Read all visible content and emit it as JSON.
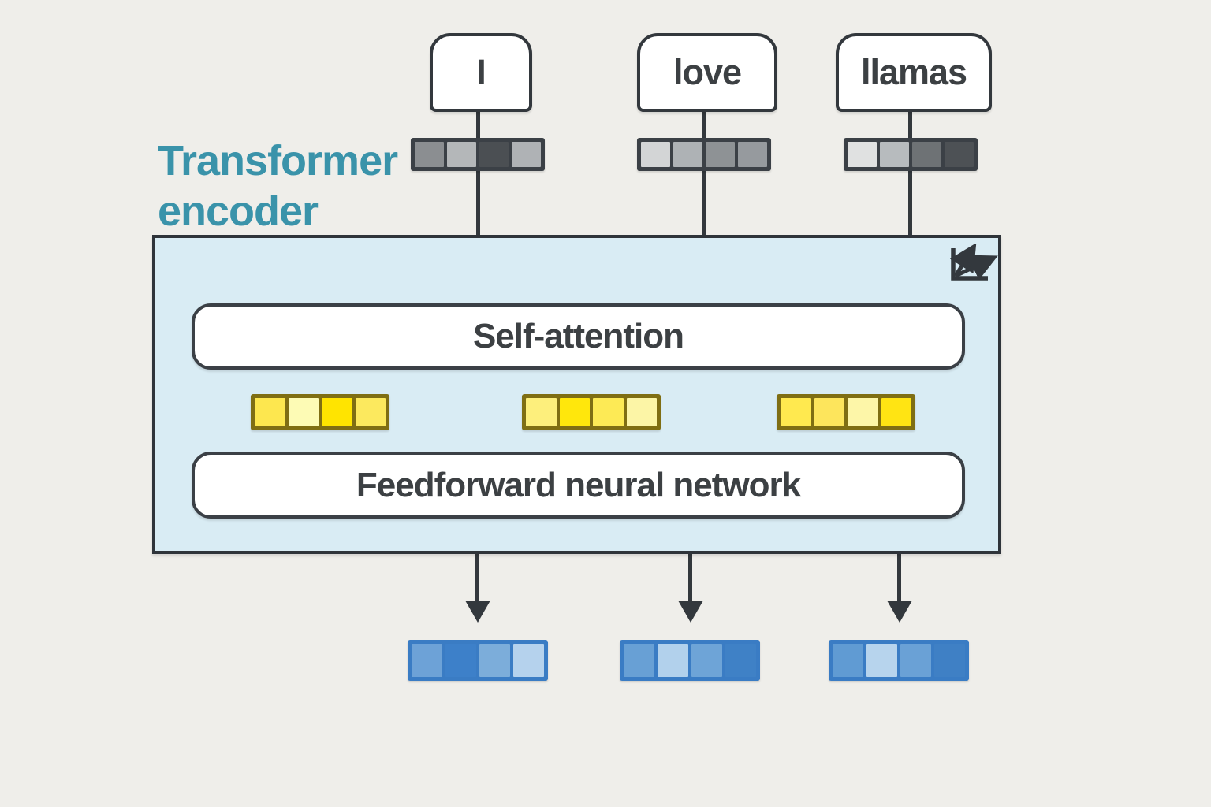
{
  "diagram_title": {
    "line1": "Transformer",
    "line2": "encoder",
    "color": "#3a93aa"
  },
  "tokens": [
    {
      "text": "I"
    },
    {
      "text": "love"
    },
    {
      "text": "llamas"
    }
  ],
  "encoder": {
    "fill": "#d9ecf4",
    "self_attention_label": "Self-attention",
    "feedforward_label": "Feedforward neural network",
    "corner_icon": "attention-fan-icon"
  },
  "stroke_color": "#33383d",
  "background_color": "#efeeea",
  "vectors": {
    "embeddings": [
      {
        "token": "I",
        "border": "#3b4046",
        "cells": [
          "#8b8e91",
          "#b4b7b9",
          "#4b4f53",
          "#afb2b5"
        ]
      },
      {
        "token": "love",
        "border": "#3b4046",
        "cells": [
          "#d3d5d6",
          "#aeb2b5",
          "#8e9295",
          "#969a9e"
        ]
      },
      {
        "token": "llamas",
        "border": "#3b4046",
        "cells": [
          "#e0e1e1",
          "#b7bbbe",
          "#6e7275",
          "#4d5155"
        ]
      }
    ],
    "attention_outputs": [
      {
        "border": "#7f6e13",
        "cells": [
          "#fde74f",
          "#fdfbb5",
          "#ffe400",
          "#fce95e"
        ]
      },
      {
        "border": "#7f6e13",
        "cells": [
          "#fdef7c",
          "#ffe70c",
          "#fdea55",
          "#fcf5a6"
        ]
      },
      {
        "border": "#7f6e13",
        "cells": [
          "#ffe94f",
          "#fde55c",
          "#fdf6a8",
          "#ffe413"
        ]
      }
    ],
    "encoder_outputs": [
      {
        "border": "#3a7cc4",
        "cells": [
          "#6da2d7",
          "#3d80c9",
          "#7cadda",
          "#b5d2ed"
        ]
      },
      {
        "border": "#3a7cc4",
        "cells": [
          "#68a0d5",
          "#b2d1ec",
          "#6ea4d7",
          "#3f81c6"
        ]
      },
      {
        "border": "#3a7cc4",
        "cells": [
          "#609bd3",
          "#b7d4ed",
          "#6aa1d6",
          "#3f80c5"
        ]
      }
    ]
  }
}
